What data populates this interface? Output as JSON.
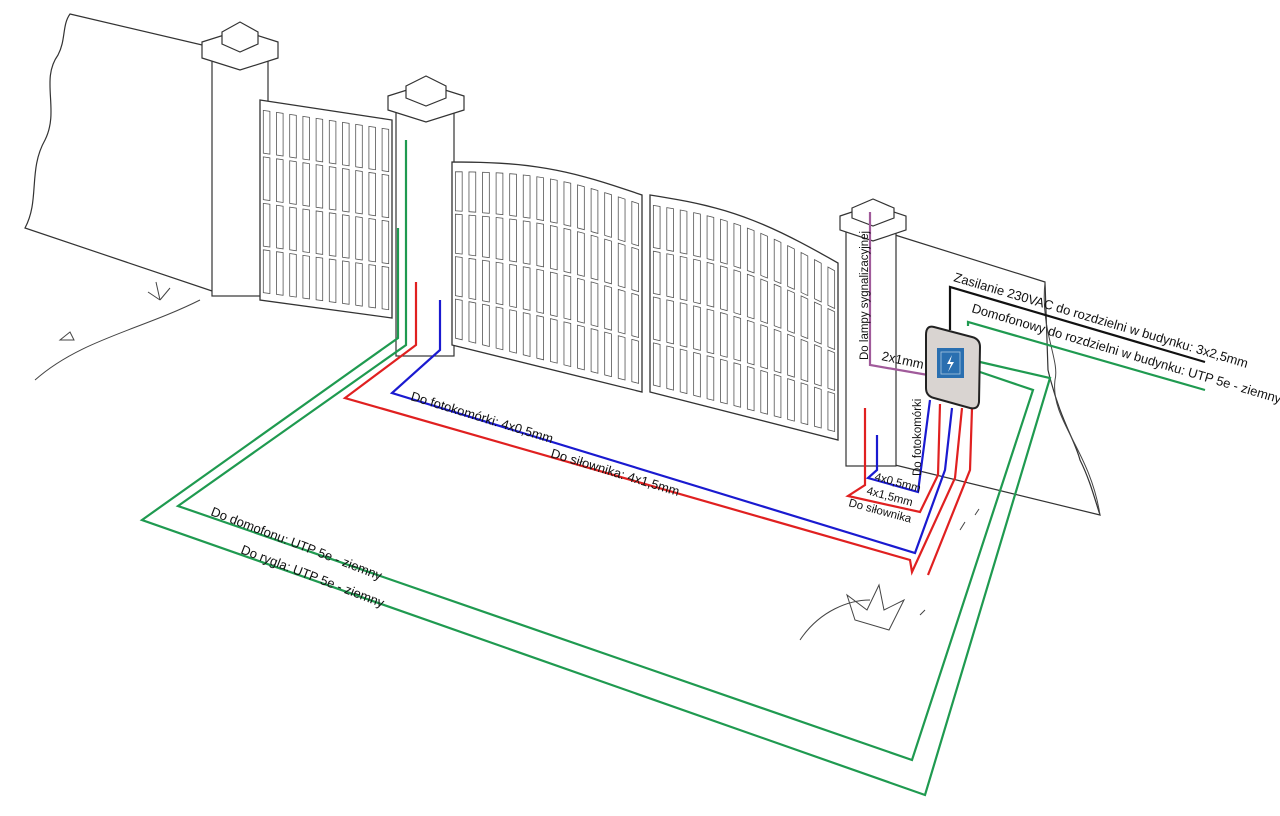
{
  "colors": {
    "red": "#e02020",
    "blue": "#1a1ad0",
    "green": "#1f9a50",
    "purple": "#a05a9a",
    "black": "#111111",
    "box_fill": "#d9d4d1",
    "icon_blue": "#2a6fb0"
  },
  "labels": {
    "power": "Zasilanie 230VAC do rozdzielni w budynku: 3x2,5mm",
    "intercom_feed": "Domofonowy do rozdzielni w budynku: UTP  5e - ziemny",
    "signal_lamp": "Do lampy sygnalizacyjnej",
    "signal_lamp_cable": "2x1mm",
    "photocell_vertical": "Do fotokomórki",
    "photocell_short": "4x0,5mm",
    "actuator_short_cable": "4x1,5mm",
    "actuator_short": "Do siłownika",
    "photocell_main": "Do fotokomórki: 4x0,5mm",
    "actuator_main": "Do siłownika: 4x1,5mm",
    "intercom": "Do domofonu:  UTP  5e - ziemny",
    "bolt": "Do rygla:  UTP  5e - ziemny"
  },
  "icons": {
    "control_box": "electrical-box-lightning-icon"
  }
}
